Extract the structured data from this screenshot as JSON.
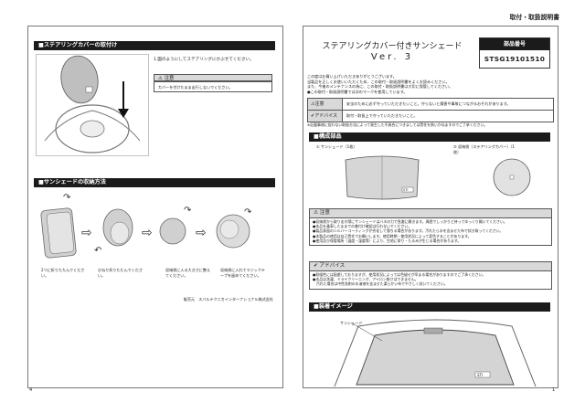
{
  "header": {
    "title": "取付・取扱説明書"
  },
  "left": {
    "sec_install": "■ステアリングカバーの取付け",
    "install_step": "1.図のようにしてステアリングにかぶせてください。",
    "caution_label": "注意",
    "caution_text": "カバーを付けたまま走行しないでください。",
    "sec_storage": "■サンシェードの収納方法",
    "steps": [
      "2つに折りたたんでください。",
      "ひねり折りたたんでください。",
      "収納袋に入る大きさに整えてください。",
      "収納袋に入れてマジックテープを留めてください。"
    ],
    "distributor": "販売元　スバルテクニカインターナショナル株式会社",
    "page_number": "4"
  },
  "right": {
    "product_title": "ステアリングカバー付きサンシェード",
    "product_version": "Ver. 3",
    "part_no_label": "部品番号",
    "part_no": "STSG19101510",
    "intro_lines": [
      "この度はお買い上げいただきありがとうございます。",
      "当製品を正しくお使いいただくため、この取付・取扱説明書をよくお読みください。",
      "また、今後のメンテナンスの為に、この取付・取扱説明書は大切に保管してください。",
      "●この取付・取扱説明書では次のマークを使用しています。"
    ],
    "legend": [
      {
        "label": "注意",
        "text": "安全のために必ず守っていただきたいこと。守らないと損害や事故につながるおそれがあります。"
      },
      {
        "label": "アドバイス",
        "text": "取付・取扱上で守っていただきたいこと。"
      }
    ],
    "legend_note": "※記載事項に従わない取扱方法によって発生した不具合につきましては責任を負いかねますのでご了承ください。",
    "sec_parts": "■構成部品",
    "part1": "① サンシェード（1枚）",
    "part2": "② 収納袋（ステアリングカバー）（1枚）",
    "caution_label": "注意",
    "caution_items": [
      "●収納袋から取り出す際にサンシェードはバネの力で急激に開きます。周囲でしっかりと持ってゆっくり開いてください。",
      "●本品を乗車したままでの着付け確認は行わないでください。",
      "●製品表面のシルバーコーティングが劣化して落ちる場合があります。汚れたら水を含ませた布で拭き取ってください。",
      "●本製品の使用は自己責任でお願いします。使用時期・使用状況によって変色することがあります。",
      "●使用及び保管場所（温度・湿度等）により、生地に寄り・たるみが生じる場合があります。"
    ],
    "advice_label": "アドバイス",
    "advice_items": [
      "●耐候性には配慮しておりますが、使用状況によっては色褪せが早まる場合がありますのでご了承ください。",
      "●本品は洗濯、ドライクリーニング、アイロン掛けはできません。",
      "　汚れた場合は中性洗剤の水溶液を含ませた柔らかい布でやさしく拭いてください。"
    ],
    "sec_image": "■装着イメージ",
    "image_label": "サンシェード",
    "page_number": "1"
  }
}
